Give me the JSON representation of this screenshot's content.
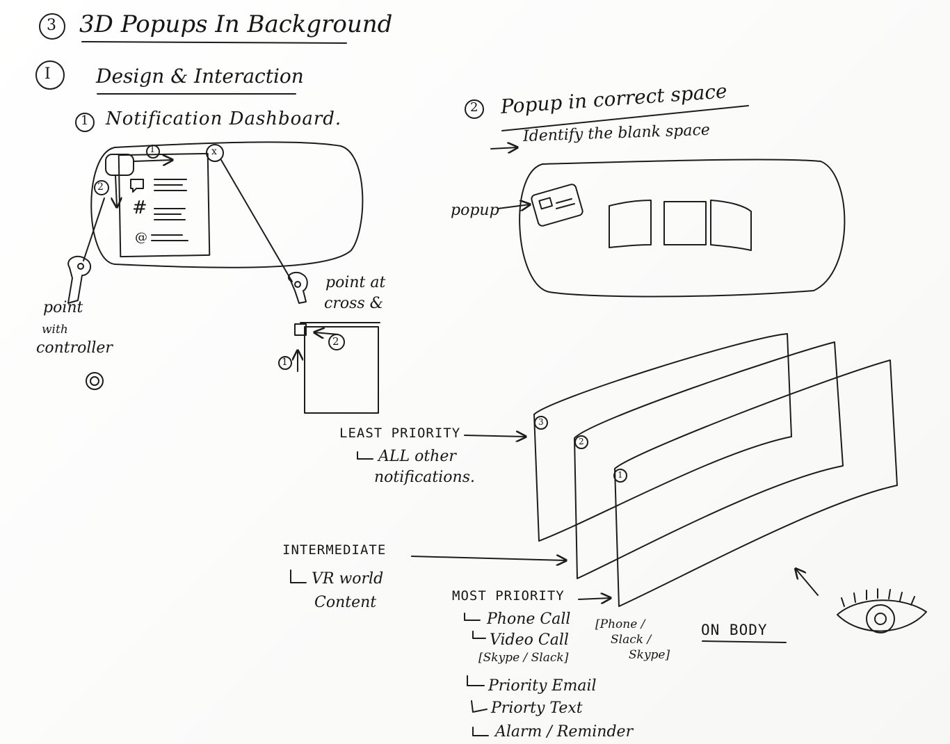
{
  "header": {
    "section_num": "3",
    "title": "3D Popups In Background",
    "part_num": "I",
    "subtitle": "Design & Interaction"
  },
  "dashboard": {
    "num": "1",
    "title": "Notification Dashboard.",
    "step1": "1",
    "step2": "2",
    "close": "x",
    "panel_glyphs": [
      "#",
      "@"
    ],
    "controller_caption": [
      "point",
      "with",
      "controller"
    ],
    "cross_caption": [
      "point at",
      "cross &"
    ],
    "detail_step1": "1",
    "detail_step2": "2"
  },
  "placement": {
    "num": "2",
    "title": "Popup in correct space",
    "note": "Identify the blank space",
    "popup_label": "popup"
  },
  "layers": {
    "back_num": "3",
    "mid_num": "2",
    "front_num": "1",
    "least_label": "LEAST PRIORITY",
    "least_sub": [
      "ALL other",
      "notifications."
    ],
    "intermediate_label": "INTERMEDIATE",
    "intermediate_sub": [
      "VR world",
      "Content"
    ],
    "most_label": "MOST PRIORITY",
    "most_items": [
      "Phone Call",
      "Video Call",
      "[Skype / Slack]",
      "Priority Email",
      "Priorty Text",
      "Alarm / Reminder"
    ],
    "side_note": [
      "[Phone /",
      "Slack /",
      "Skype]"
    ],
    "on_body": "ON BODY"
  }
}
